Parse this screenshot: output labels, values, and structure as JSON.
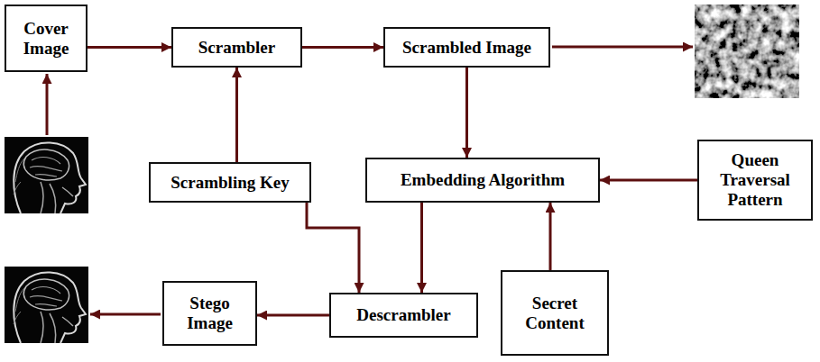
{
  "diagram": {
    "nodes": [
      {
        "text": [
          "Cover Image"
        ]
      },
      {
        "text": [
          "Scrambler"
        ]
      },
      {
        "text": [
          "Scrambled Image"
        ]
      },
      {
        "text": [
          "Scrambling Key"
        ]
      },
      {
        "text": [
          "Embedding Algorithm"
        ]
      },
      {
        "text": [
          "Queen Traversal Pattern"
        ]
      },
      {
        "text": [
          "Stego Image"
        ]
      },
      {
        "text": [
          "Descrambler"
        ]
      },
      {
        "text": [
          "Secret Content"
        ]
      }
    ],
    "edges": [
      {
        "from": 0,
        "to": 1,
        "arrow": "to"
      },
      {
        "from": 1,
        "to": 2,
        "arrow": "to"
      },
      {
        "from": 3,
        "to": 1,
        "arrow": "to"
      },
      {
        "from": 2,
        "to": 4,
        "arrow": "to"
      },
      {
        "from": 5,
        "to": 4,
        "arrow": "to"
      },
      {
        "from": 8,
        "to": 4,
        "arrow": "to"
      },
      {
        "from": 4,
        "to": 7,
        "arrow": "to"
      },
      {
        "from": 3,
        "to": 7,
        "arrow": "to"
      },
      {
        "from": 7,
        "to": 6,
        "arrow": "to"
      }
    ]
  }
}
